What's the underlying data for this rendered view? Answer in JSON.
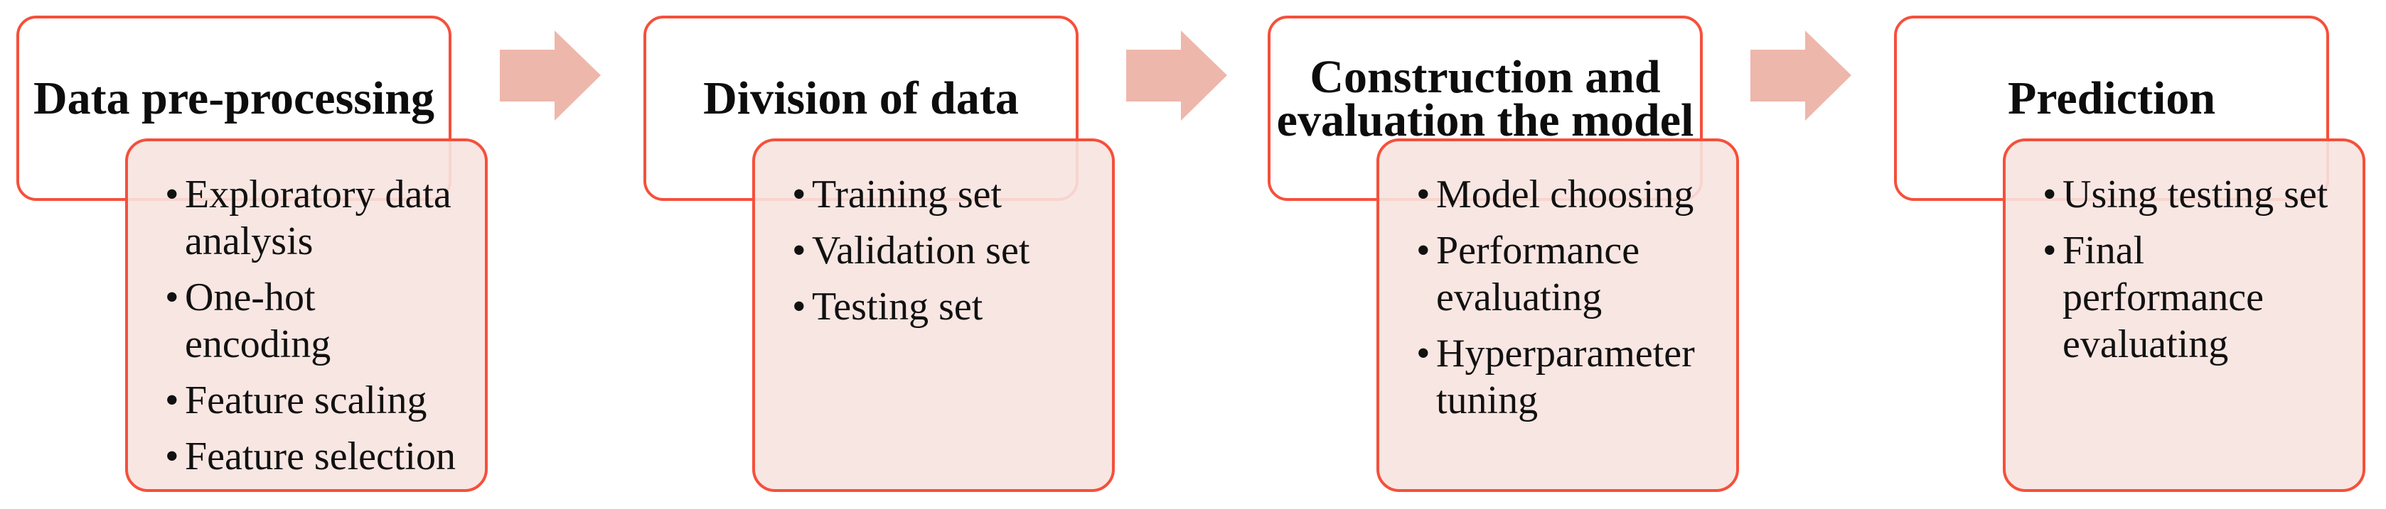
{
  "diagram": {
    "type": "process-flow",
    "direction": "left-to-right",
    "colors": {
      "outline": "#f5503b",
      "detail_fill_rgba": "rgba(247,227,223,0.9)",
      "arrow_fill": "#eeb7ab",
      "title_text": "#0d0d0d",
      "bullet_text": "#111111",
      "page_bg": "#ffffff"
    },
    "stages": [
      {
        "title": "Data pre-processing",
        "bullets": [
          "Exploratory data analysis",
          "One-hot encoding",
          "Feature scaling",
          "Feature selection"
        ]
      },
      {
        "title": "Division of data",
        "bullets": [
          "Training set",
          "Validation set",
          "Testing set"
        ]
      },
      {
        "title": "Construction and evaluation the model",
        "bullets": [
          "Model choosing",
          "Performance evaluating",
          "Hyperparameter tuning"
        ]
      },
      {
        "title": "Prediction",
        "bullets": [
          "Using testing set",
          "Final performance evaluating"
        ]
      }
    ]
  }
}
